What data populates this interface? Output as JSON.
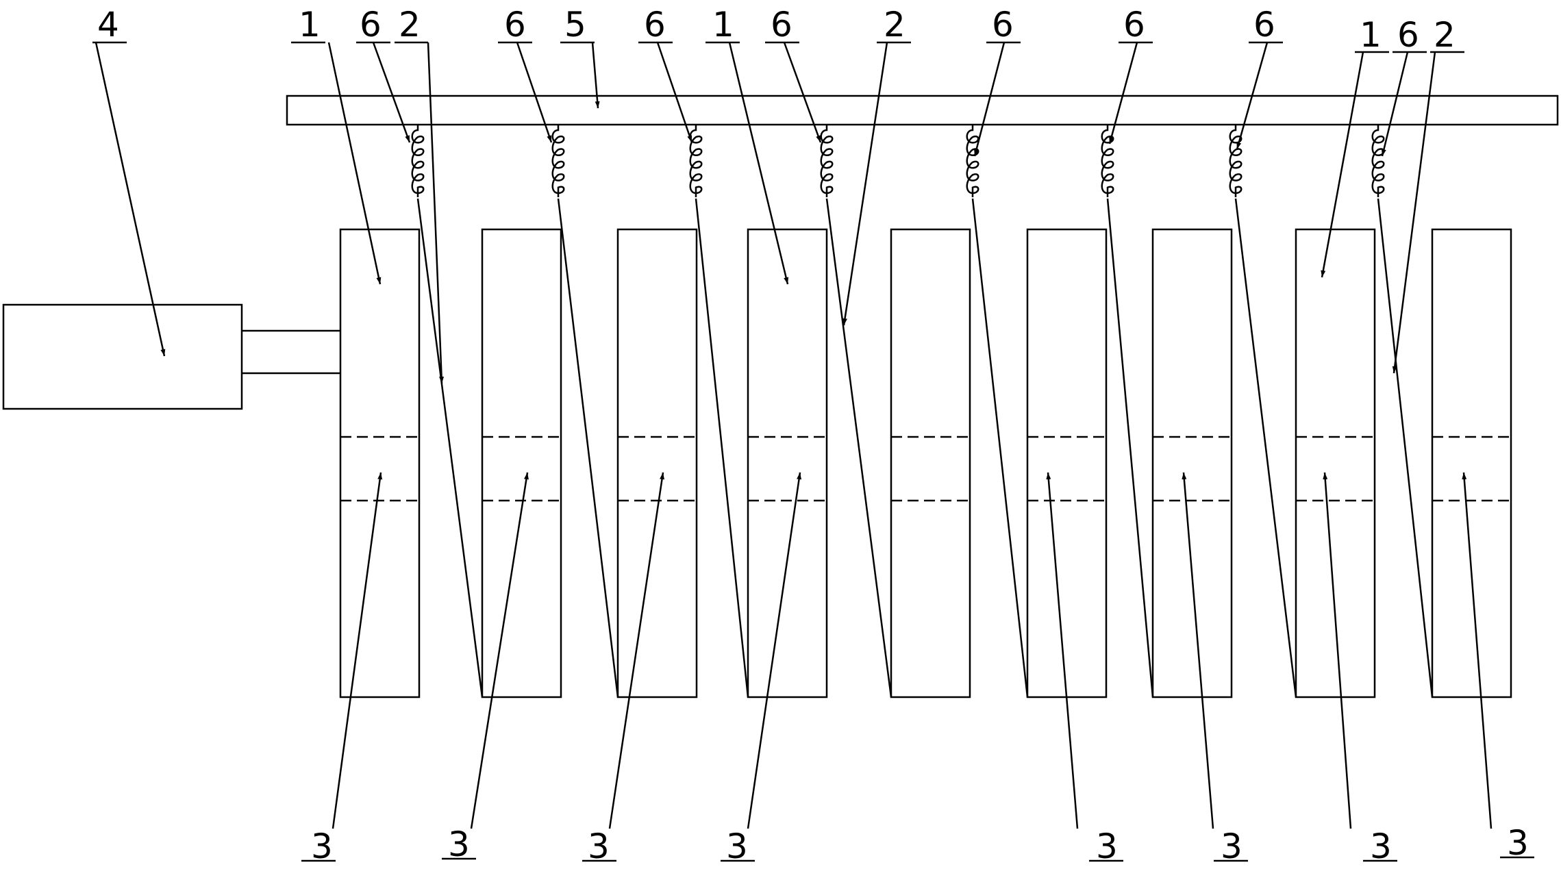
{
  "colors": {
    "stroke": "#000000",
    "background": "#ffffff"
  },
  "labels": {
    "plate": "1",
    "wire": "2",
    "fold_line": "3",
    "motor": "4",
    "rail": "5",
    "spring": "6"
  }
}
